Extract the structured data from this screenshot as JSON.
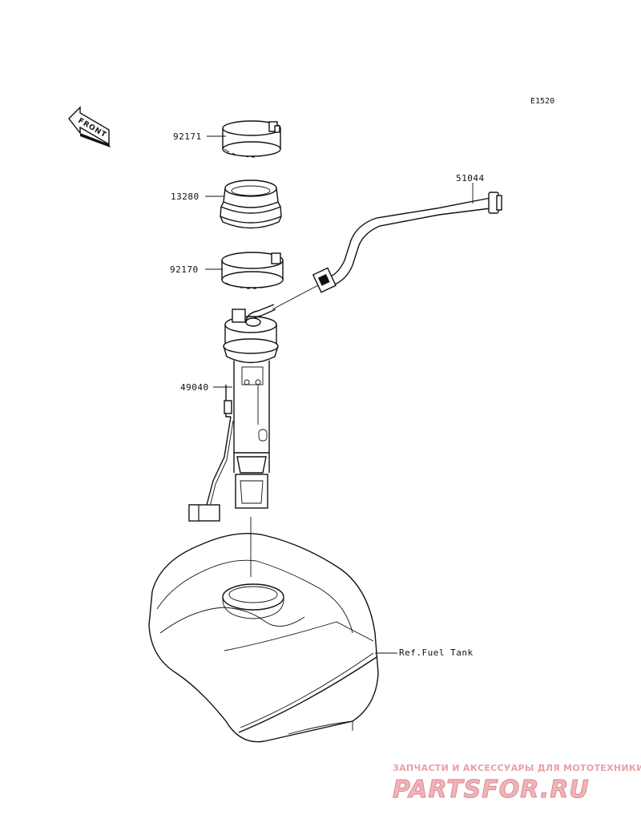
{
  "diagram": {
    "code": "E1520",
    "front_label": "FRONT",
    "parts": [
      {
        "number": "92171"
      },
      {
        "number": "13280"
      },
      {
        "number": "92170"
      },
      {
        "number": "51044"
      },
      {
        "number": "49040"
      }
    ],
    "reference_label": "Ref.Fuel Tank"
  },
  "watermark": {
    "tagline": "ЗАПЧАСТИ И АКСЕССУАРЫ ДЛЯ МОТОТЕХНИКИ",
    "logo_text": "PARTSFOR.RU"
  }
}
